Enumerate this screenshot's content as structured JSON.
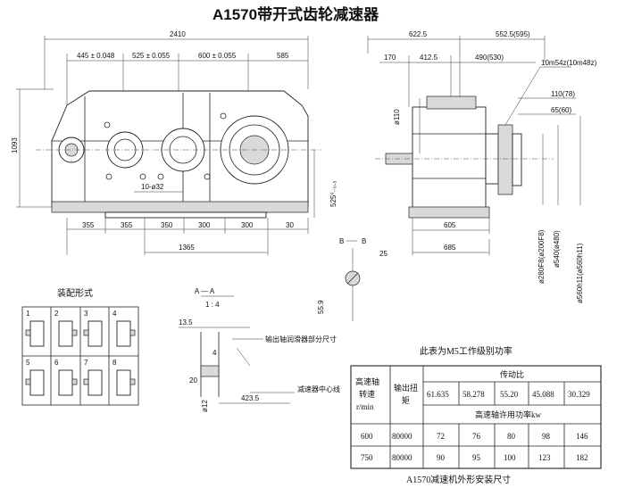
{
  "title": "A1570带开式齿轮减速器",
  "front_view": {
    "total_length": "2410",
    "spacings": [
      "445 ± 0.048",
      "525 ± 0.055",
      "600 ± 0.055",
      "585"
    ],
    "height": "1093",
    "center_height": "525⁰₋₀.₅",
    "bolt_holes": "10-ø32",
    "base_spacings": [
      "355",
      "355",
      "350",
      "300",
      "300",
      "30"
    ],
    "base_length": "1365"
  },
  "side_view": {
    "dims_top": [
      "622.5",
      "552.5(595)"
    ],
    "dims_row2": [
      "170",
      "412.5",
      "490(530)"
    ],
    "shaft_dia": "ø110",
    "callouts": [
      "10m54z(10m48z)",
      "110(78)",
      "65(60)"
    ],
    "vert_dims": [
      "ø280F8(ø200F8)",
      "ø540(ø480)",
      "ø560h11(ø560h11)"
    ],
    "base_dims": [
      "605",
      "685"
    ]
  },
  "section": {
    "label_a": "B",
    "label_b": "B",
    "dim_25": "25",
    "dim_55": "55.9",
    "a_label": "A — A",
    "a_scale": "1 : 4",
    "dims": [
      "13.5",
      "4",
      "20",
      "ø12",
      "423.5"
    ],
    "notes": [
      "输出轴润滑器部分尺寸",
      "减速器中心线"
    ]
  },
  "assembly": {
    "title": "装配形式",
    "numbers": [
      "1",
      "2",
      "3",
      "4",
      "5",
      "6",
      "7",
      "8"
    ]
  },
  "table": {
    "caption_top": "此表为M5工作级别功率",
    "header_speed": [
      "高速轴",
      "转速",
      "r/min"
    ],
    "header_torque": [
      "输出扭",
      "矩"
    ],
    "header_ratio": "传动比",
    "ratios": [
      "61.635",
      "58.278",
      "55.20",
      "45.088",
      "30.329"
    ],
    "power_label": "高速轴许用功率kw",
    "rows": [
      {
        "speed": "600",
        "torque": "80000",
        "powers": [
          "72",
          "76",
          "80",
          "98",
          "146"
        ]
      },
      {
        "speed": "750",
        "torque": "80000",
        "powers": [
          "90",
          "95",
          "100",
          "123",
          "182"
        ]
      }
    ],
    "caption_bottom": "A1570减速机外形安装尺寸"
  }
}
